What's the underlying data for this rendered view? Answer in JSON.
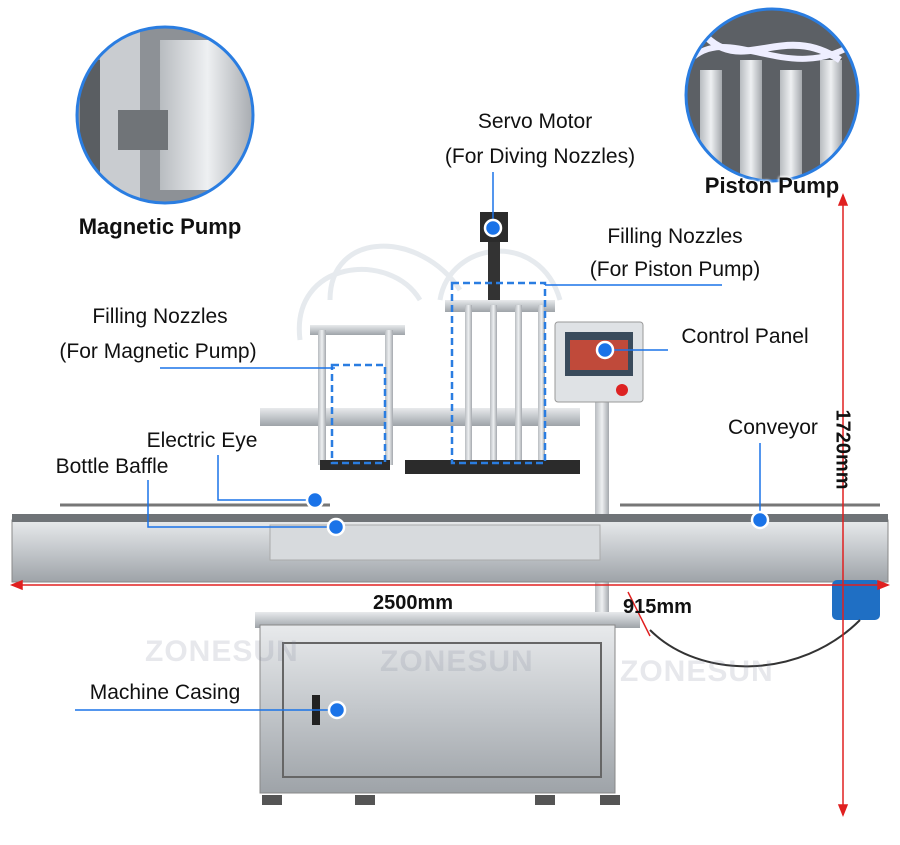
{
  "colors": {
    "callout_dot": "#1a73e8",
    "dimension": "#e02020",
    "metal": "#c9ccd0",
    "dashed_box": "#2a7de1"
  },
  "insets": {
    "magnetic_pump": "Magnetic Pump",
    "piston_pump": "Piston Pump"
  },
  "labels": {
    "servo_motor": "Servo Motor",
    "servo_motor_sub": "(For Diving Nozzles)",
    "piston_nozzles": "Filling Nozzles",
    "piston_nozzles_sub": "(For Piston Pump)",
    "magnetic_nozzles": "Filling Nozzles",
    "magnetic_nozzles_sub": "(For Magnetic Pump)",
    "control_panel": "Control Panel",
    "electric_eye": "Electric Eye",
    "bottle_baffle": "Bottle Baffle",
    "conveyor": "Conveyor",
    "machine_casing": "Machine Casing"
  },
  "dimensions": {
    "height": "1720mm",
    "length": "2500mm",
    "width": "915mm"
  },
  "watermark": "ZONESUN"
}
